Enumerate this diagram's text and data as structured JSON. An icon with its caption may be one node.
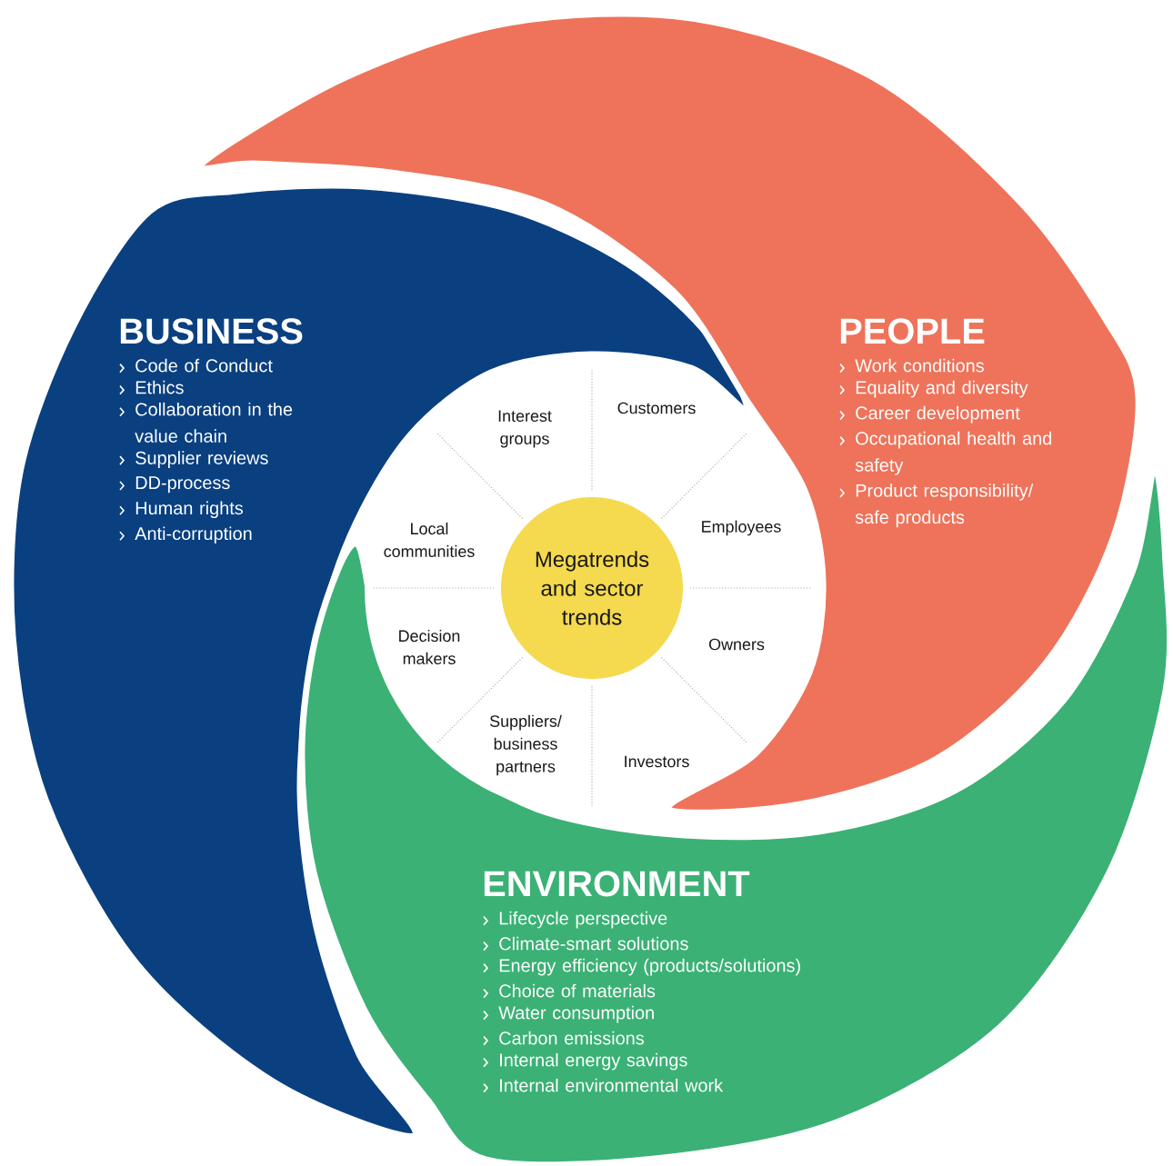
{
  "diagram": {
    "nodes": [
      {
        "text": [
          "BUSINESS",
          "Code of Conduct",
          "Ethics",
          "Collaboration in the value chain",
          "Supplier reviews",
          "DD-process",
          "Human rights",
          "Anti-corruption"
        ]
      },
      {
        "text": [
          "PEOPLE",
          "Work conditions",
          "Equality and diversity",
          "Career development",
          "Occupational health and safety",
          "Product responsibility/ safe products"
        ]
      },
      {
        "text": [
          "Interest groups"
        ]
      },
      {
        "text": [
          "Customers"
        ]
      },
      {
        "text": [
          "Local communities"
        ]
      },
      {
        "text": [
          "Employees"
        ]
      },
      {
        "text": [
          "Megatrends and sector trends"
        ]
      },
      {
        "text": [
          "Decision makers"
        ]
      },
      {
        "text": [
          "Owners"
        ]
      },
      {
        "text": [
          "Suppliers/ business partners"
        ]
      },
      {
        "text": [
          "Investors"
        ]
      },
      {
        "text": [
          "ENVIRONMENT",
          "Lifecycle perspective",
          "Climate-smart solutions",
          "Energy efficiency (products/solutions)",
          "Choice of materials",
          "Water consumption",
          "Carbon emissions",
          "Internal energy savings",
          "Internal environmental work"
        ]
      }
    ]
  }
}
